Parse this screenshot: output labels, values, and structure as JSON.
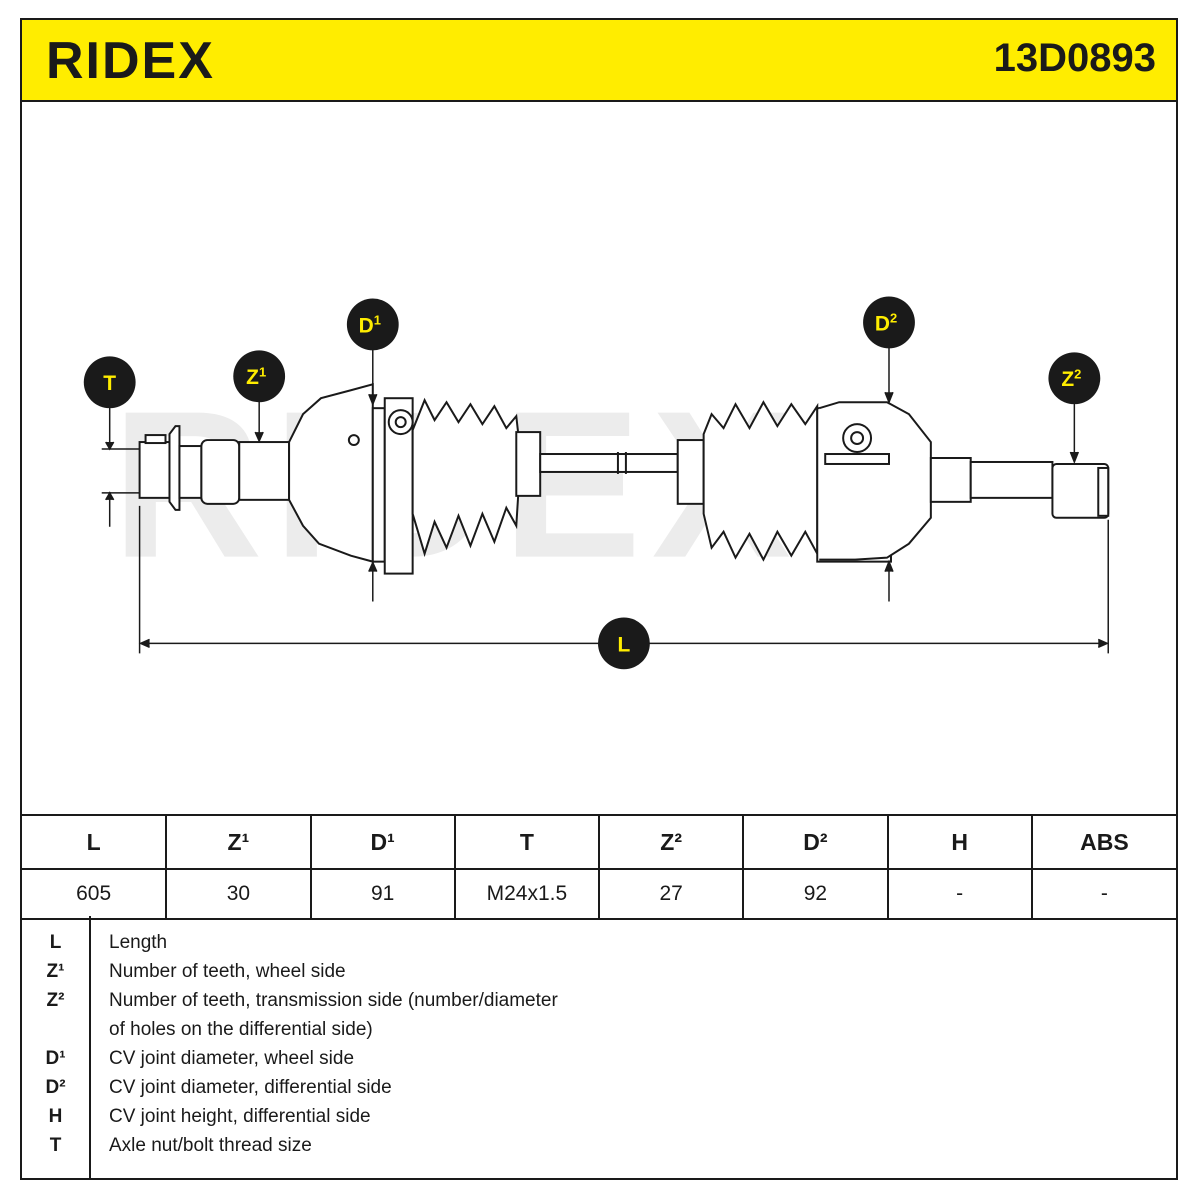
{
  "header": {
    "brand": "RIDEX",
    "part_number": "13D0893",
    "brand_color": "#ffed00"
  },
  "drawing": {
    "watermark": "RIDEX",
    "callouts": {
      "t": {
        "main": "T",
        "sup": ""
      },
      "z1": {
        "main": "Z",
        "sup": "1"
      },
      "d1": {
        "main": "D",
        "sup": "1"
      },
      "d2": {
        "main": "D",
        "sup": "2"
      },
      "z2": {
        "main": "Z",
        "sup": "2"
      },
      "l": {
        "main": "L",
        "sup": ""
      }
    }
  },
  "spec_table": {
    "headers": [
      "L",
      "Z¹",
      "D¹",
      "T",
      "Z²",
      "D²",
      "H",
      "ABS"
    ],
    "values": [
      "605",
      "30",
      "91",
      "M24x1.5",
      "27",
      "92",
      "-",
      "-"
    ]
  },
  "legend": [
    {
      "key": "L",
      "text": "Length"
    },
    {
      "key": "Z¹",
      "text": "Number of teeth, wheel side"
    },
    {
      "key": "Z²",
      "text": "Number of teeth, transmission side (number/diameter"
    },
    {
      "key": "",
      "text": "of holes on the differential side)"
    },
    {
      "key": "D¹",
      "text": "CV joint diameter, wheel side"
    },
    {
      "key": "D²",
      "text": "CV joint diameter, differential side"
    },
    {
      "key": "H",
      "text": "CV joint height, differential side"
    },
    {
      "key": "T",
      "text": "Axle nut/bolt thread size"
    }
  ]
}
